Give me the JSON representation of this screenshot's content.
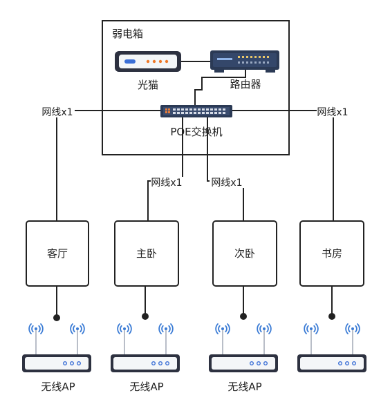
{
  "cabinet": {
    "title": "弱电箱"
  },
  "devices": {
    "modem_label": "光猫",
    "router_label": "路由器",
    "switch_label": "POE交换机"
  },
  "cables": [
    "网线x1",
    "网线x1",
    "网线x1",
    "网线x1"
  ],
  "rooms": [
    "客厅",
    "主卧",
    "次卧",
    "书房"
  ],
  "ap_label": "无线AP",
  "colors": {
    "line": "#222222",
    "device_dark": "#2b3a55",
    "modem_accent": "#f07a2a",
    "ap_led": "#3b6fd6",
    "wifi": "#3a7bd5"
  }
}
